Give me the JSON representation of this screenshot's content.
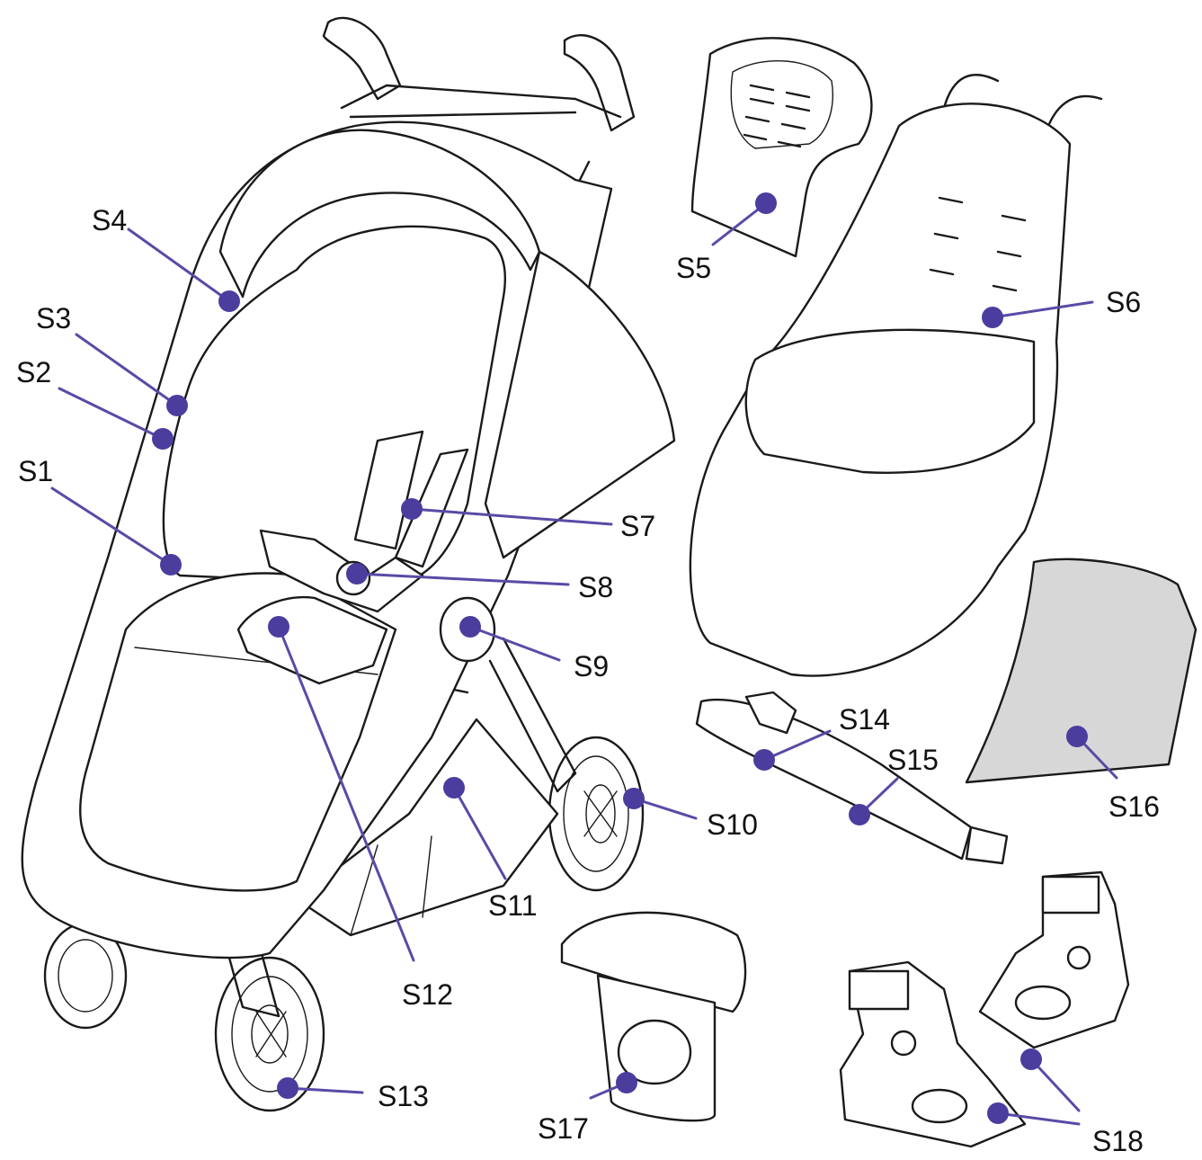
{
  "colors": {
    "marker": "#4a3d9e",
    "leader": "#5a4aa6",
    "ink": "#1a1a1a",
    "rain_cover": "#d7d7d7"
  },
  "callouts": [
    {
      "id": "S1",
      "text": "S1"
    },
    {
      "id": "S2",
      "text": "S2"
    },
    {
      "id": "S3",
      "text": "S3"
    },
    {
      "id": "S4",
      "text": "S4"
    },
    {
      "id": "S5",
      "text": "S5"
    },
    {
      "id": "S6",
      "text": "S6"
    },
    {
      "id": "S7",
      "text": "S7"
    },
    {
      "id": "S8",
      "text": "S8"
    },
    {
      "id": "S9",
      "text": "S9"
    },
    {
      "id": "S10",
      "text": "S10"
    },
    {
      "id": "S11",
      "text": "S11"
    },
    {
      "id": "S12",
      "text": "S12"
    },
    {
      "id": "S13",
      "text": "S13"
    },
    {
      "id": "S14",
      "text": "S14"
    },
    {
      "id": "S15",
      "text": "S15"
    },
    {
      "id": "S16",
      "text": "S16"
    },
    {
      "id": "S17",
      "text": "S17"
    },
    {
      "id": "S18",
      "text": "S18"
    }
  ]
}
